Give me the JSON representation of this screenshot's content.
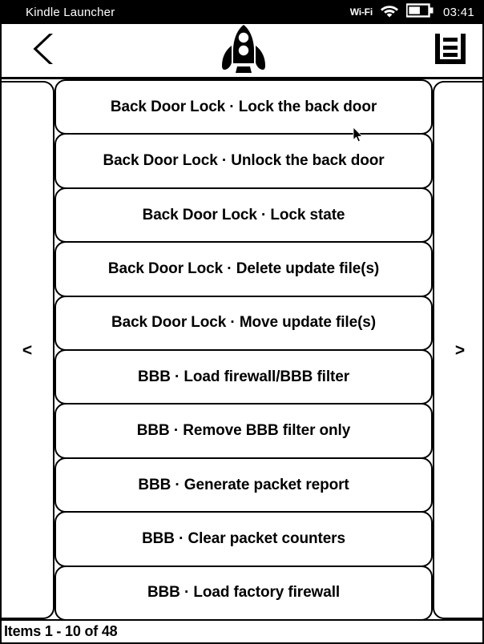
{
  "status_bar": {
    "title": "Kindle Launcher",
    "wifi_label": "Wi-Fi",
    "wifi_icon": "wifi-full-icon",
    "battery_icon": "battery-half-icon",
    "clock": "03:41"
  },
  "toolbar": {
    "back_icon": "chevron-left-icon",
    "logo_icon": "rocket-icon",
    "menu_icon": "list-menu-icon"
  },
  "pager": {
    "prev_label": "<",
    "next_label": ">"
  },
  "list": {
    "items": [
      {
        "label": "Back Door Lock · Lock the back door"
      },
      {
        "label": "Back Door Lock · Unlock the back door"
      },
      {
        "label": "Back Door Lock · Lock state"
      },
      {
        "label": "Back Door Lock · Delete update file(s)"
      },
      {
        "label": "Back Door Lock · Move update file(s)"
      },
      {
        "label": "BBB · Load firewall/BBB filter"
      },
      {
        "label": "BBB · Remove BBB filter only"
      },
      {
        "label": "BBB · Generate packet report"
      },
      {
        "label": "BBB · Clear packet counters"
      },
      {
        "label": "BBB · Load factory firewall"
      }
    ]
  },
  "footer": {
    "items_count": "Items 1 - 10 of 48"
  },
  "colors": {
    "ink": "#000000",
    "paper": "#ffffff"
  }
}
